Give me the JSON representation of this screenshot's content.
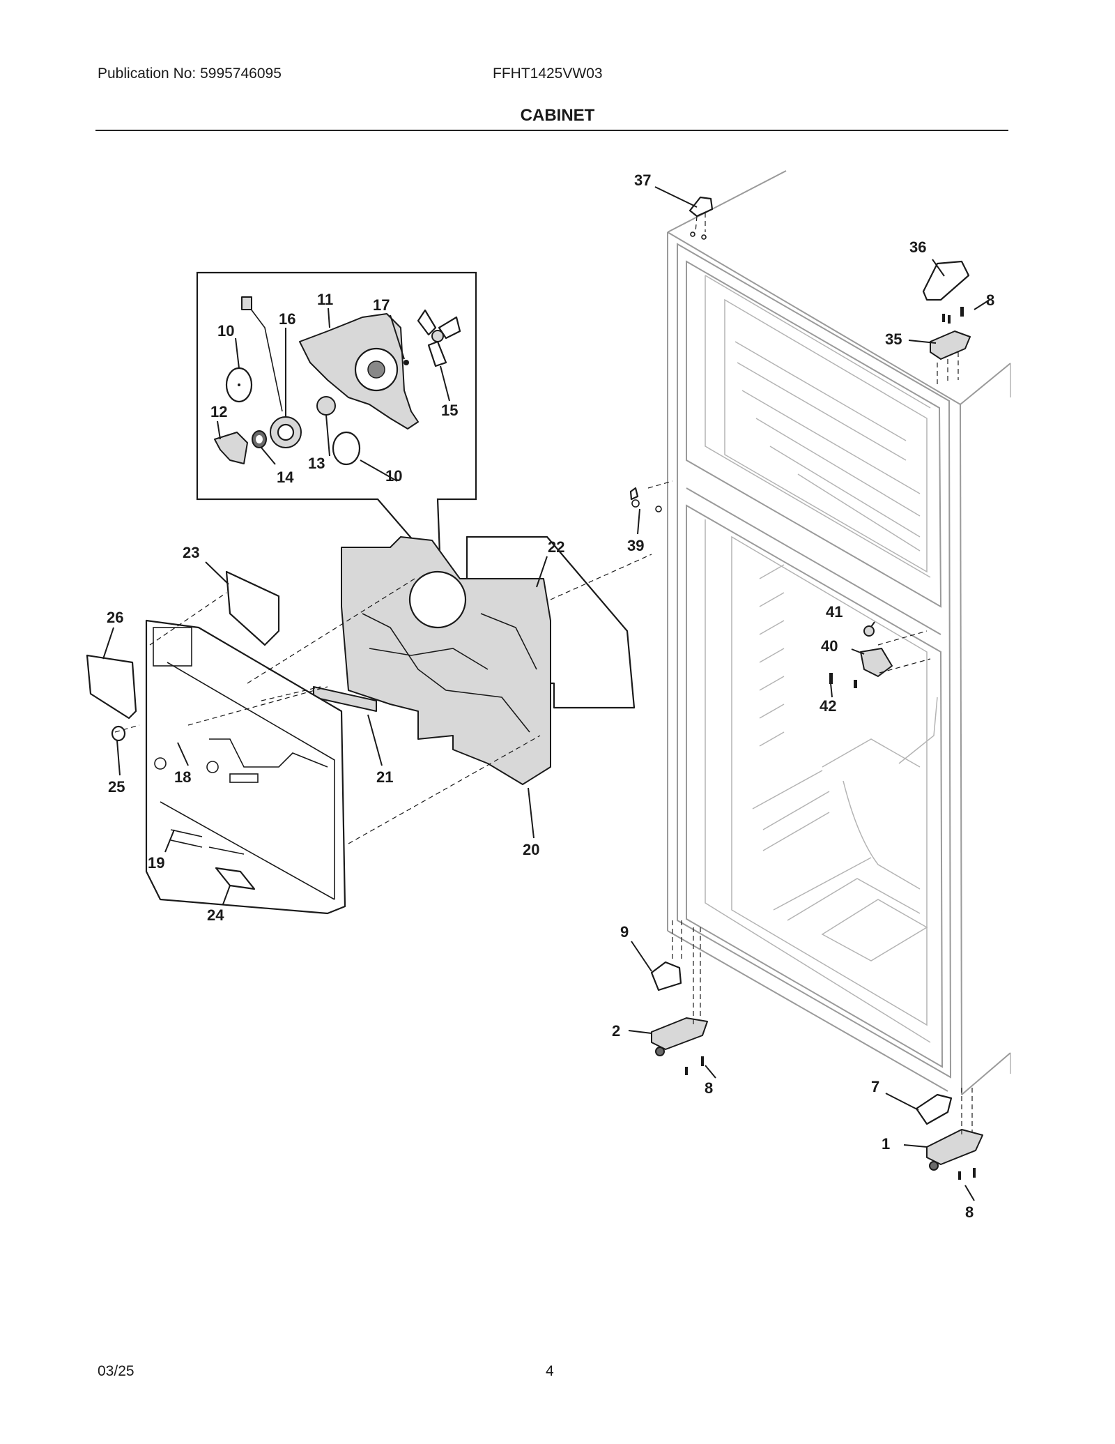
{
  "header": {
    "publication": "Publication No: 5995746095",
    "model": "FFHT1425VW03",
    "section_title": "CABINET"
  },
  "footer": {
    "date": "03/25",
    "page_number": "4"
  },
  "diagram": {
    "callouts": {
      "c1": "1",
      "c2": "2",
      "c7": "7",
      "c8a": "8",
      "c8b": "8",
      "c8c": "8",
      "c9": "9",
      "c10a": "10",
      "c10b": "10",
      "c11": "11",
      "c12": "12",
      "c13": "13",
      "c14": "14",
      "c15": "15",
      "c16": "16",
      "c17": "17",
      "c18": "18",
      "c19": "19",
      "c20": "20",
      "c21": "21",
      "c22": "22",
      "c23": "23",
      "c24": "24",
      "c25": "25",
      "c26": "26",
      "c35": "35",
      "c36": "36",
      "c37": "37",
      "c39": "39",
      "c40": "40",
      "c41": "41",
      "c42": "42"
    }
  }
}
